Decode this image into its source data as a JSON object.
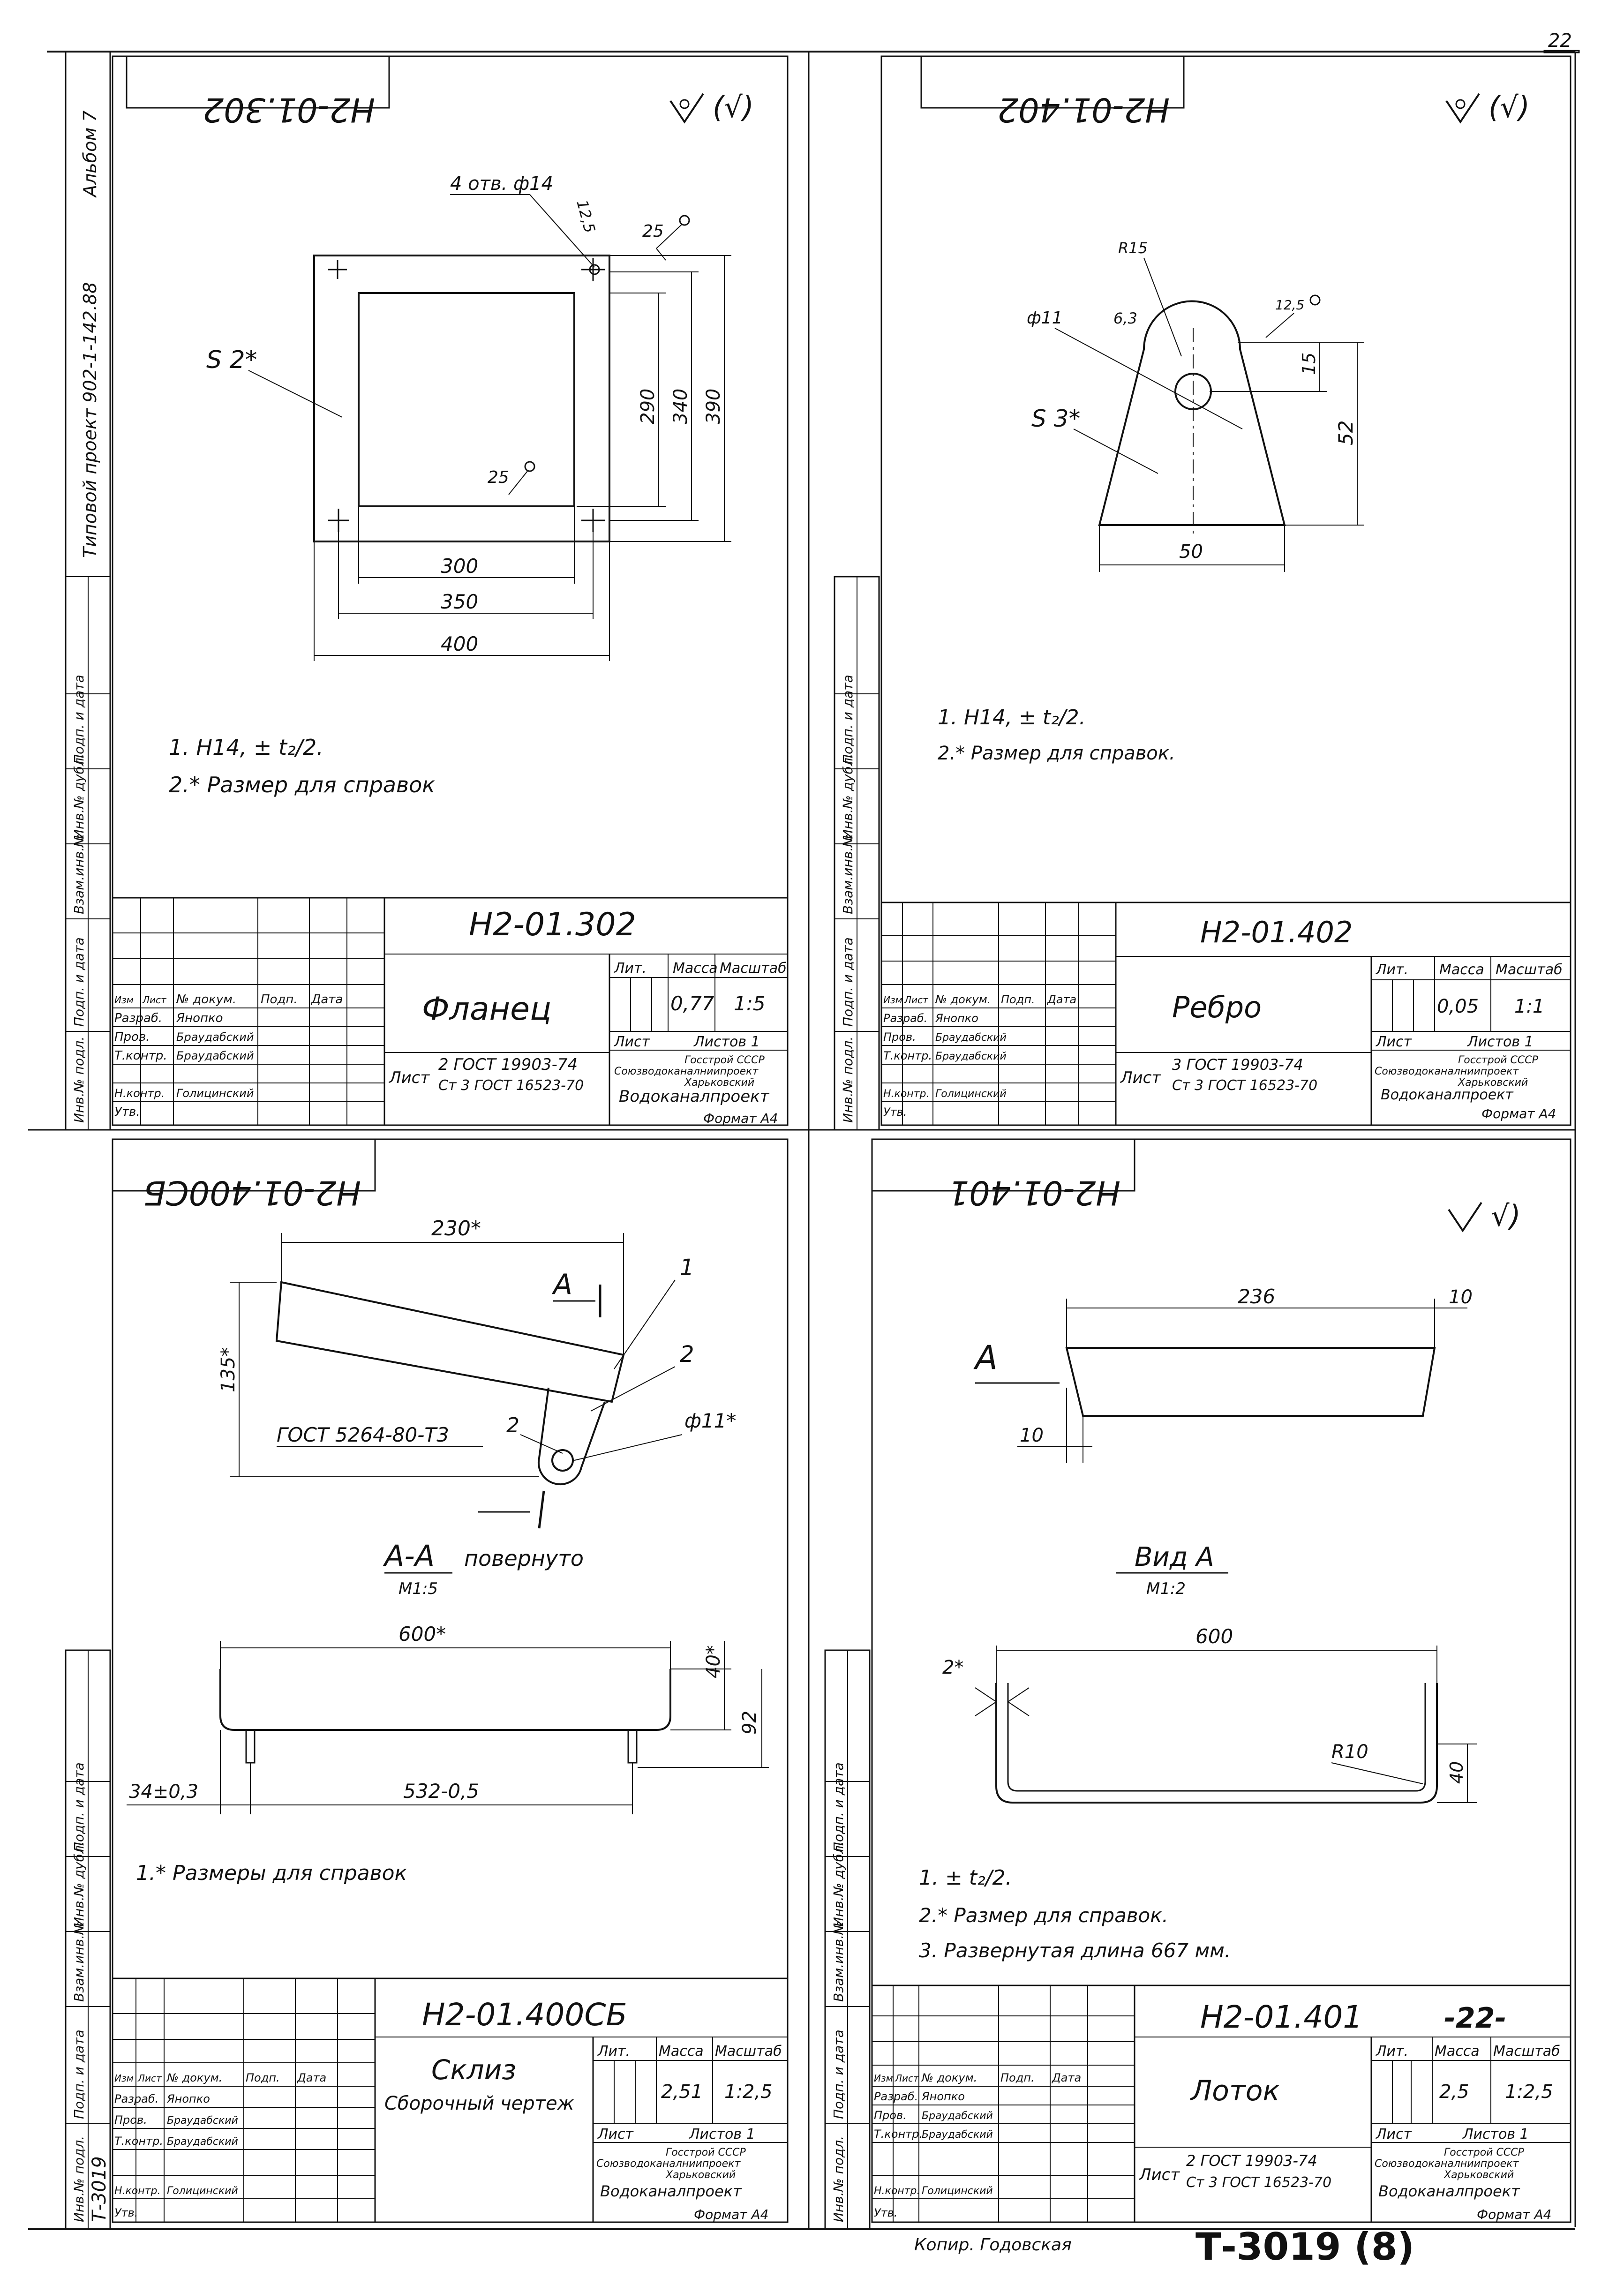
{
  "page_number": "22",
  "bottom_stamp": "Т-3019 (8)",
  "copyist": "Копир. Годовская",
  "side_strip": {
    "project": "Типовой проект 902-1-142.88",
    "album": "Альбом 7",
    "cells": [
      "Инв.№ подл.",
      "Подп. и дата",
      "Взам.инв.№",
      "Инв.№ дубл.",
      "Подп. и дата"
    ],
    "inv_number": "Т-3019"
  },
  "common": {
    "hdr_izm": "Изм",
    "hdr_list": "Лист",
    "hdr_doc": "№ докум.",
    "hdr_podp": "Подп.",
    "hdr_date": "Дата",
    "role_razrab": "Разраб.",
    "role_prov": "Пров.",
    "role_tkontr": "Т.контр.",
    "role_nkontr": "Н.контр.",
    "role_utv": "Утв.",
    "name_razrab": "Янопко",
    "name_prov": "Браудабский",
    "name_tkontr": "Браудабский",
    "name_nkontr": "Голицинский",
    "lit": "Лит.",
    "massa": "Масса",
    "masshtab": "Масштаб",
    "list": "Лист",
    "listov": "Листов 1",
    "org1": "Госстрой СССР",
    "org2": "Союзводоканалниипроект",
    "org3": "Харьковский",
    "org4": "Водоканалпроект",
    "format": "Формат А4",
    "material_prefix": "Лист"
  },
  "sheets": [
    {
      "code": "Н2-01.302",
      "mirror_code": "Н2-01.302",
      "title": "Фланец",
      "subtitle": "",
      "mass": "0,77",
      "scale": "1:5",
      "material_1": "2 ГОСТ 19903-74",
      "material_2": "Ст 3 ГОСТ 16523-70",
      "roughness": "(√)",
      "notes": [
        "1. Н14, ± t₂/2.",
        "2.* Размер для справок"
      ],
      "labels": {
        "holes": "4 отв. ф14",
        "r12": "12,5",
        "r25a": "25",
        "r25b": "25",
        "s": "S 2*",
        "d290": "290",
        "d340": "340",
        "d390": "390",
        "d300": "300",
        "d350": "350",
        "d400": "400"
      }
    },
    {
      "code": "Н2-01.402",
      "mirror_code": "Н2-01.402",
      "title": "Ребро",
      "subtitle": "",
      "mass": "0,05",
      "scale": "1:1",
      "material_1": "3 ГОСТ 19903-74",
      "material_2": "Ст 3 ГОСТ 16523-70",
      "roughness": "(√)",
      "notes": [
        "1. Н14, ± t₂/2.",
        "2.* Размер для справок."
      ],
      "labels": {
        "r15": "R15",
        "hole": "ф11",
        "r63": "6,3",
        "r125": "12,5",
        "s": "S 3*",
        "d15": "15",
        "d52": "52",
        "d50": "50"
      }
    },
    {
      "code": "Н2-01.400СБ",
      "mirror_code": "Н2-01.400СБ",
      "title": "Склиз",
      "subtitle": "Сборочный чертеж",
      "mass": "2,51",
      "scale": "1:2,5",
      "material_1": "",
      "material_2": "",
      "roughness": "",
      "notes": [
        "1.* Размеры для справок"
      ],
      "labels": {
        "d230": "230*",
        "d135": "135*",
        "p1": "1",
        "p2a": "2",
        "p2b": "2",
        "weld": "ГОСТ 5264-80-Т3",
        "hole": "ф11*",
        "cut": "А",
        "section": "А-А",
        "section_note": "повернуто",
        "section_scale": "М1:5",
        "d600": "600*",
        "d40": "40*",
        "d92": "92",
        "d34": "34±0,3",
        "d532": "532-0,5"
      }
    },
    {
      "code": "Н2-01.401",
      "mirror_code": "Н2-01.401",
      "title": "Лоток",
      "subtitle": "",
      "mass": "2,5",
      "scale": "1:2,5",
      "material_1": "2 ГОСТ 19903-74",
      "material_2": "Ст 3 ГОСТ 16523-70",
      "roughness": "√)",
      "notes": [
        "1. ± t₂/2.",
        "2.* Размер для справок.",
        "3. Развернутая длина 667 мм."
      ],
      "labels": {
        "d236": "236",
        "d10a": "10",
        "d10b": "10",
        "view_arrow": "А",
        "view": "Вид А",
        "view_scale": "М1:2",
        "d600": "600",
        "d2": "2*",
        "r10": "R10",
        "d40": "40",
        "sheet_mark": "-22-"
      }
    }
  ]
}
